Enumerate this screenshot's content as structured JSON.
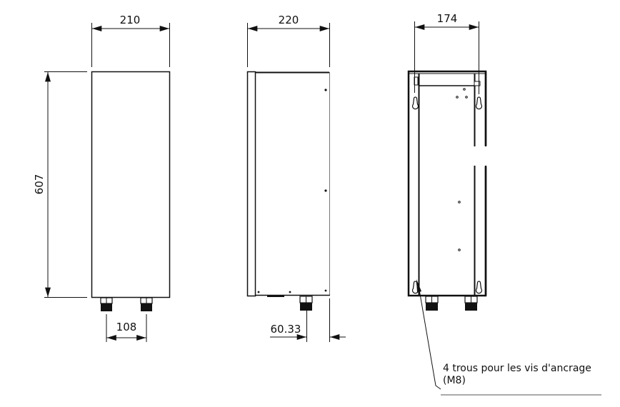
{
  "drawing": {
    "views": [
      {
        "name": "front-view",
        "width_label": "210",
        "height_label": "607",
        "pipe_spacing_label": "108"
      },
      {
        "name": "side-view",
        "width_label": "220",
        "pipe_offset_label": "60.33"
      },
      {
        "name": "rear-view",
        "width_label": "174"
      }
    ],
    "note": {
      "line1": "4 trous pour les vis d'ancrage",
      "line2": "(M8)"
    },
    "colors": {
      "line": "#111111",
      "background": "#ffffff"
    }
  }
}
